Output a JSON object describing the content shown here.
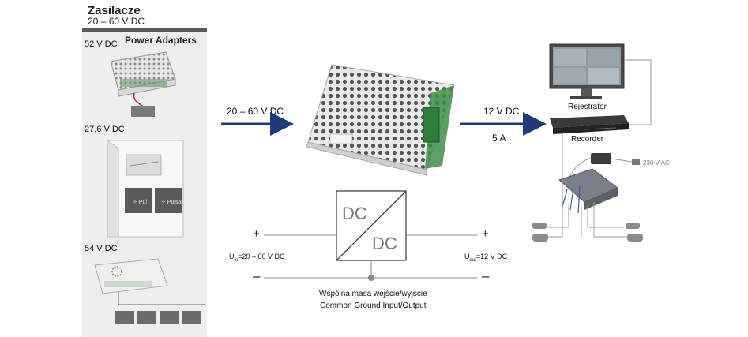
{
  "left_panel": {
    "title": "Zasilacze",
    "subtitle": "20 – 60 V DC",
    "header": "Power Adapters",
    "items": [
      {
        "voltage": "52 V DC"
      },
      {
        "voltage": "27,6 V DC"
      },
      {
        "voltage": "54 V DC"
      }
    ]
  },
  "arrows": {
    "input_label": "20 – 60 V DC",
    "output_voltage": "12 V DC",
    "output_current": "5 A"
  },
  "converter": {
    "top_text": "DC",
    "bottom_text": "DC",
    "plus": "+",
    "minus": "–",
    "uin_main": "U",
    "uin_sub": "in",
    "uin_value": "=20 – 60 V DC",
    "uout_main": "U",
    "uout_sub": "out",
    "uout_value": "=12 V DC",
    "ground_pl": "Wspólna masa wejście/wyjście",
    "ground_en": "Common Ground Input/Output"
  },
  "devices": {
    "recorder_pl": "Rejestrator",
    "recorder_en": "Recorder",
    "mains": "230 V AC"
  },
  "colors": {
    "arrow": "#1f3a7a",
    "panel": "#eeeeee",
    "case": "#e4e4e4"
  }
}
